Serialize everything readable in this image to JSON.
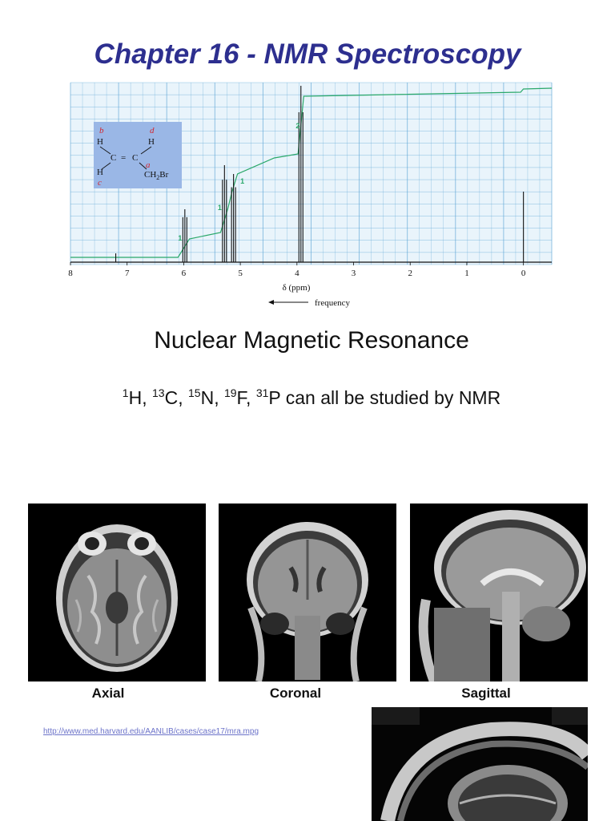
{
  "title": "Chapter 16 - NMR Spectroscopy",
  "subtitle": "Nuclear Magnetic Resonance",
  "nuclei": {
    "items": [
      {
        "mass": "1",
        "symbol": "H",
        "sep": ", "
      },
      {
        "mass": "13",
        "symbol": "C",
        "sep": ", "
      },
      {
        "mass": "15",
        "symbol": "N",
        "sep": ", "
      },
      {
        "mass": "19",
        "symbol": "F",
        "sep": ", "
      },
      {
        "mass": "31",
        "symbol": "P",
        "sep": ""
      }
    ],
    "rest": " can all be studied by NMR"
  },
  "spectrum": {
    "xlabel": "δ (ppm)",
    "frequency_label": "frequency",
    "ticks": [
      "8",
      "7",
      "6",
      "5",
      "4",
      "3",
      "2",
      "1",
      "0"
    ],
    "integrals": [
      "1",
      "1",
      "1",
      "2"
    ],
    "molecule": {
      "labels": {
        "b": "b",
        "d": "d",
        "c": "c",
        "a": "a"
      },
      "atoms": {
        "h_top_left": "H",
        "h_top_right": "H",
        "h_bottom_left": "H",
        "c_left": "C",
        "c_right": "C",
        "bond": "=",
        "ch2br": "CH",
        "sub2": "2",
        "br": "Br"
      }
    }
  },
  "chart_data": {
    "type": "line",
    "title": "",
    "xlabel": "δ (ppm)",
    "xlim": [
      8,
      -0.5
    ],
    "ticks": [
      8,
      7,
      6,
      5,
      4,
      3,
      2,
      1,
      0
    ],
    "series": [
      {
        "peaks_ppm": [
          7.2,
          5.98,
          5.28,
          5.12,
          3.93,
          0.0
        ],
        "relative_heights": [
          0.05,
          0.3,
          0.55,
          0.5,
          1.0,
          0.4
        ]
      }
    ],
    "integrals": [
      {
        "ppm": 5.98,
        "value": "1"
      },
      {
        "ppm": 5.28,
        "value": "1"
      },
      {
        "ppm": 5.12,
        "value": "1"
      },
      {
        "ppm": 3.93,
        "value": "2"
      }
    ]
  },
  "scans": [
    {
      "label": "Axial"
    },
    {
      "label": "Coronal"
    },
    {
      "label": "Sagittal"
    }
  ],
  "link_text": "http://www.med.harvard.edu/AANLIB/cases/case17/mra.mpg",
  "colors": {
    "title": "#2d2f8f",
    "grid": "#5aa4d4",
    "integral": "#2aa86a",
    "chart_bg": "#e8f4fc"
  }
}
